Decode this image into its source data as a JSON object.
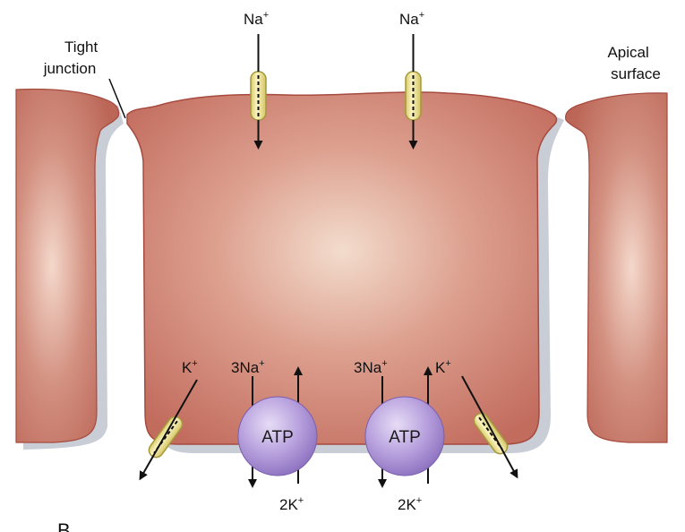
{
  "labels": {
    "tight_junction_line1": "Tight",
    "tight_junction_line2": "junction",
    "apical_line1": "Apical",
    "apical_line2": "surface",
    "na_left": "Na",
    "na_right": "Na",
    "plus": "+",
    "k_left": "K",
    "k_right": "K",
    "three_na_left": "3Na",
    "three_na_right": "3Na",
    "two_k_left": "2K",
    "two_k_right": "2K",
    "atp_left": "ATP",
    "atp_right": "ATP",
    "panel_letter": "B"
  },
  "colors": {
    "cell_fill": "#c7786a",
    "cell_highlight": "#f3dccd",
    "cell_outline": "#a64a3e",
    "shadow": "#c9cdd6",
    "channel_fill": "#f1e79a",
    "channel_outline": "#a5983c",
    "pump_fill": "#a98ed3",
    "pump_highlight": "#e6dcf6"
  }
}
